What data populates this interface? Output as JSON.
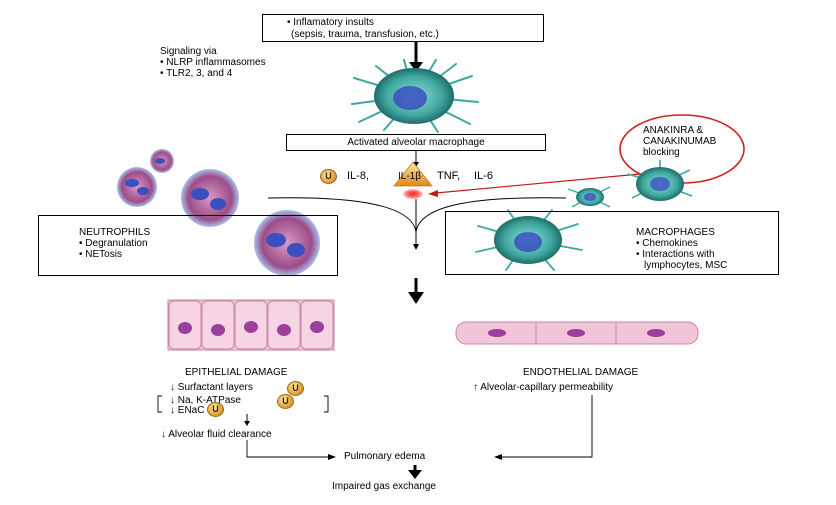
{
  "top_box": {
    "line1": "• Inflamatory insults",
    "line2": "(sepsis, trauma, transfusion, etc.)"
  },
  "signaling": {
    "title": "Signaling via",
    "items": [
      "• NLRP inflammasomes",
      "• TLR2, 3, and 4"
    ]
  },
  "macrophage_box": "Activated alveolar macrophage",
  "drug_callout": {
    "line1": "ANAKINRA &",
    "line2": "CANAKINUMAB",
    "line3": "blocking"
  },
  "cytokines": {
    "il8": "IL-8,",
    "il1b": "IL-1β",
    "tnf": "TNF,",
    "il6": "IL-6"
  },
  "badge_label": "U",
  "neutrophils": {
    "title": "NEUTROPHILS",
    "items": [
      "• Degranulation",
      "• NETosis"
    ]
  },
  "macrophages": {
    "title": "MACROPHAGES",
    "items": [
      "• Chemokines",
      "• Interactions with",
      "lymphocytes, MSC"
    ]
  },
  "epithelial": {
    "title": "EPITHELIAL DAMAGE",
    "items": [
      "↓ Surfactant layers",
      "↓ Na, K-ATPase",
      "↓ ENaC"
    ],
    "result": "↓ Alveolar fluid clearance"
  },
  "endothelial": {
    "title": "ENDOTHELIAL DAMAGE",
    "item": "↑ Alveolar-capillary permeability"
  },
  "edema": "Pulmonary edema",
  "gas": "Impaired gas exchange",
  "colors": {
    "macrophage": "#3fa7a0",
    "neutrophil_outer": "#9fb7e0",
    "neutrophil_inner": "#b85a9a",
    "nucleus": "#3a4fc0",
    "callout_red": "#d21f1f",
    "epithelium": "#e6a8c8",
    "badge": "#e2a23a"
  }
}
